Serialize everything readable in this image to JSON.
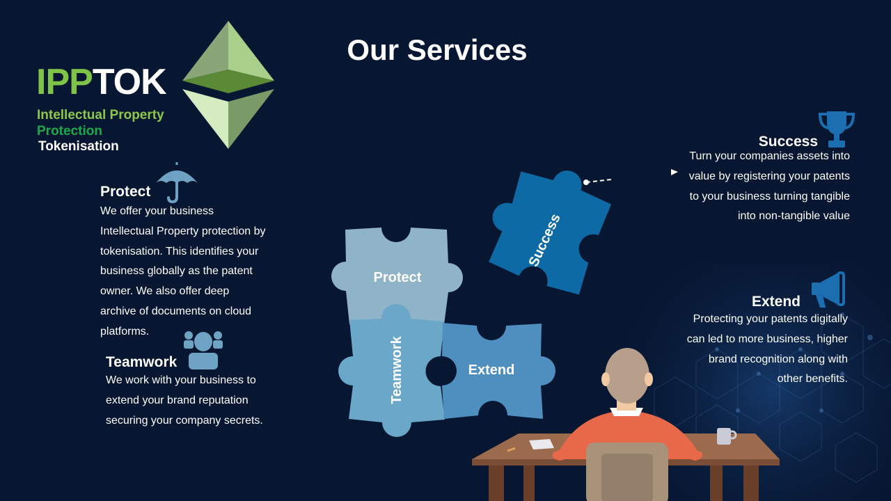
{
  "title": "Our Services",
  "logo": {
    "brand_part1": "IPP",
    "brand_part2": "TOK",
    "subtitle_line1": "Intellectual Property",
    "subtitle_line2": "Protection",
    "subtitle_line3": "Tokenisation"
  },
  "colors": {
    "background": "#071631",
    "brand_green_light": "#7fc348",
    "brand_green": "#1daa4a",
    "puzzle_protect": "#8fb3c7",
    "puzzle_teamwork": "#6aa7c8",
    "puzzle_extend": "#4f8fc0",
    "puzzle_success": "#0e6aa5",
    "icon_blue": "#1b6eb0"
  },
  "services": {
    "protect": {
      "heading": "Protect",
      "icon": "umbrella-icon",
      "lines": [
        "We offer your business",
        "Intellectual  Property protection by",
        "tokenisation.  This identifies your",
        "business globally as the patent",
        "owner. We also offer deep",
        "archive of documents on cloud",
        "platforms."
      ]
    },
    "teamwork": {
      "heading": "Teamwork",
      "icon": "team-icon",
      "lines": [
        "We work with your business to",
        "extend your brand reputation",
        "securing your company secrets."
      ]
    },
    "success": {
      "heading": "Success",
      "icon": "trophy-icon",
      "lines": [
        "Turn  your  companies assets into",
        "value by registering your patents",
        "to your business turning tangible",
        "into non-tangible value"
      ]
    },
    "extend": {
      "heading": "Extend",
      "icon": "megaphone-icon",
      "lines": [
        "Protecting your patents digitally",
        "can led to more business, higher",
        "brand recognition along with",
        "other benefits."
      ]
    }
  },
  "puzzle": {
    "protect": "Protect",
    "teamwork": "Teamwork",
    "extend": "Extend",
    "success": "Success"
  }
}
